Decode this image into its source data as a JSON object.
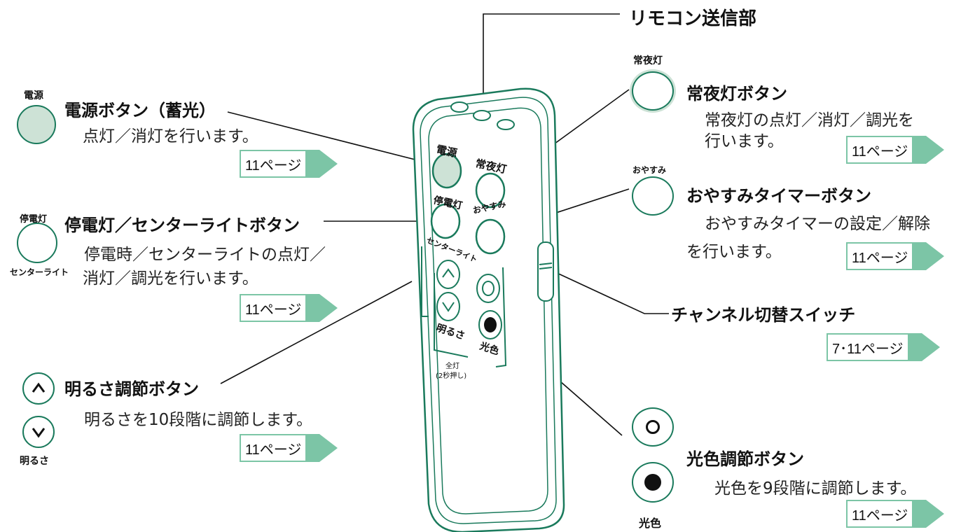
{
  "remote_sender": {
    "title": "リモコン送信部"
  },
  "power": {
    "icon_label": "電源",
    "title": "電源ボタン（蓄光）",
    "desc": "点灯／消灯を行います。",
    "page": "11ページ"
  },
  "night_light": {
    "icon_label": "常夜灯",
    "title": "常夜灯ボタン",
    "desc_line1": "常夜灯の点灯／消灯／調光を",
    "desc_line2": "行います。",
    "page": "11ページ"
  },
  "sleep_timer": {
    "icon_label": "おやすみ",
    "title": "おやすみタイマーボタン",
    "desc_line1": "おやすみタイマーの設定／解除",
    "desc_line2": "を行います。",
    "page": "11ページ"
  },
  "blackout_center": {
    "icon_label_top": "停電灯",
    "icon_label_bottom": "センターライト",
    "title": "停電灯／センターライトボタン",
    "desc_line1": "停電時／センターライトの点灯／",
    "desc_line2": "消灯／調光を行います。",
    "page": "11ページ"
  },
  "channel_switch": {
    "title": "チャンネル切替スイッチ",
    "page": "7･11ページ"
  },
  "brightness": {
    "icon_label": "明るさ",
    "title": "明るさ調節ボタン",
    "desc": "明るさを10段階に調節します。",
    "page": "11ページ"
  },
  "color": {
    "icon_label": "光色",
    "title": "光色調節ボタン",
    "desc": "光色を9段階に調節します。",
    "page": "11ページ"
  },
  "remote_labels": {
    "power": "電源",
    "night": "常夜灯",
    "blackout": "停電灯",
    "center": "センターライト",
    "sleep": "おやすみ",
    "brightness": "明るさ",
    "color": "光色",
    "all_light": "全灯",
    "two_sec": "(2秒押し)"
  },
  "colors": {
    "outline": "#1a7a5c",
    "accent_light": "#7cc5a6",
    "fill": "#cde2d6"
  }
}
